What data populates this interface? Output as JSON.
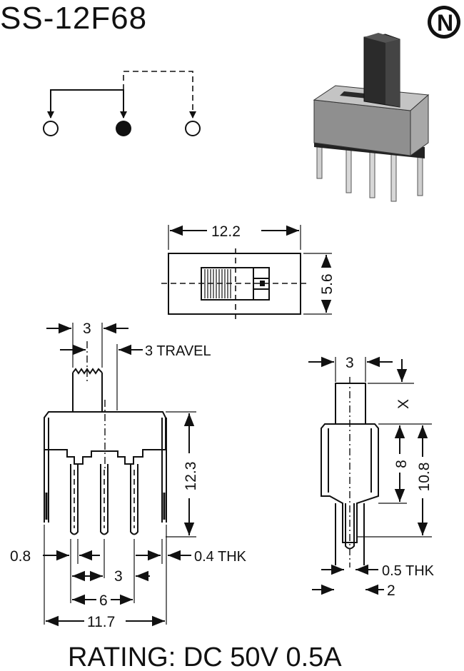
{
  "title": "SS-12F68",
  "logo_letter": "N",
  "rating": "RATING: DC 50V 0.5A",
  "top_view": {
    "width": "12.2",
    "height": "5.6"
  },
  "front_view": {
    "actuator_width": "3",
    "travel": "3 TRAVEL",
    "body_height": "12.3",
    "pin_width": "0.8",
    "thickness": "0.4 THK",
    "pitch": "3",
    "outer_pitch": "6",
    "total_width": "11.7"
  },
  "side_view": {
    "actuator_width": "3",
    "x_label": "X",
    "body_height": "8",
    "total_height": "10.8",
    "pin_thickness": "0.5 THK",
    "pin_offset": "2"
  },
  "icons": {
    "logo": "n-logo-icon",
    "schematic": "spdt-schematic-icon",
    "product_photo": "slide-switch-render-icon"
  },
  "colors": {
    "ink": "#111111",
    "body_gray": "#9a9a9a",
    "actuator": "#2b2b2b",
    "pin": "#d0d0d0"
  }
}
